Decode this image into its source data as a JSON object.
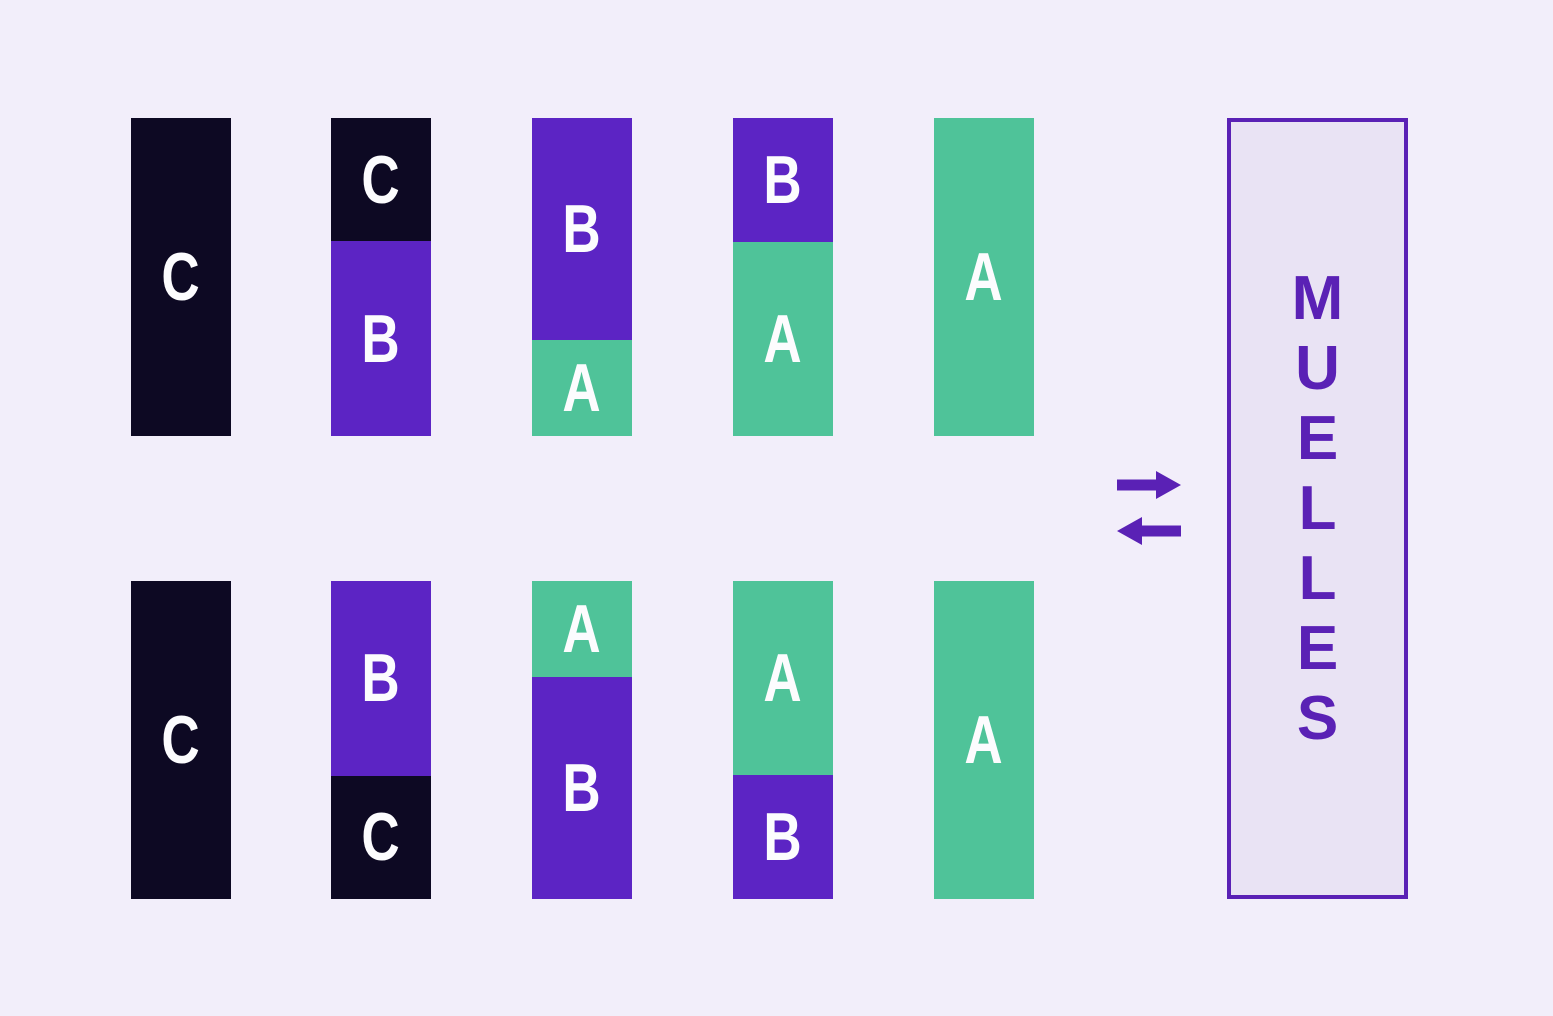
{
  "palette": {
    "background": "#f2eefa",
    "good_a": "#4fc399",
    "good_b": "#5c24c4",
    "good_c": "#0d0923",
    "accent": "#5a21b5",
    "dock_fill": "#e9e3f4",
    "segment_label": "#fcfcfe"
  },
  "rows": [
    {
      "name": "top-row",
      "stacks": [
        {
          "segments": [
            {
              "label": "C",
              "good": "C",
              "height": "100%"
            }
          ]
        },
        {
          "segments": [
            {
              "label": "C",
              "good": "C",
              "height": "38.7%"
            },
            {
              "label": "B",
              "good": "B",
              "height": "61.3%"
            }
          ]
        },
        {
          "segments": [
            {
              "label": "B",
              "good": "B",
              "height": "69.8%"
            },
            {
              "label": "A",
              "good": "A",
              "height": "30.2%"
            }
          ]
        },
        {
          "segments": [
            {
              "label": "B",
              "good": "B",
              "height": "39%"
            },
            {
              "label": "A",
              "good": "A",
              "height": "61%"
            }
          ]
        },
        {
          "segments": [
            {
              "label": "A",
              "good": "A",
              "height": "100%"
            }
          ]
        }
      ]
    },
    {
      "name": "bottom-row",
      "stacks": [
        {
          "segments": [
            {
              "label": "C",
              "good": "C",
              "height": "100%"
            }
          ]
        },
        {
          "segments": [
            {
              "label": "B",
              "good": "B",
              "height": "61.3%"
            },
            {
              "label": "C",
              "good": "C",
              "height": "38.7%"
            }
          ]
        },
        {
          "segments": [
            {
              "label": "A",
              "good": "A",
              "height": "30.2%"
            },
            {
              "label": "B",
              "good": "B",
              "height": "69.8%"
            }
          ]
        },
        {
          "segments": [
            {
              "label": "A",
              "good": "A",
              "height": "61%"
            },
            {
              "label": "B",
              "good": "B",
              "height": "39%"
            }
          ]
        },
        {
          "segments": [
            {
              "label": "A",
              "good": "A",
              "height": "100%"
            }
          ]
        }
      ]
    }
  ],
  "dock": {
    "word": "MUELLES",
    "letters": [
      "M",
      "U",
      "E",
      "L",
      "L",
      "E",
      "S"
    ]
  }
}
